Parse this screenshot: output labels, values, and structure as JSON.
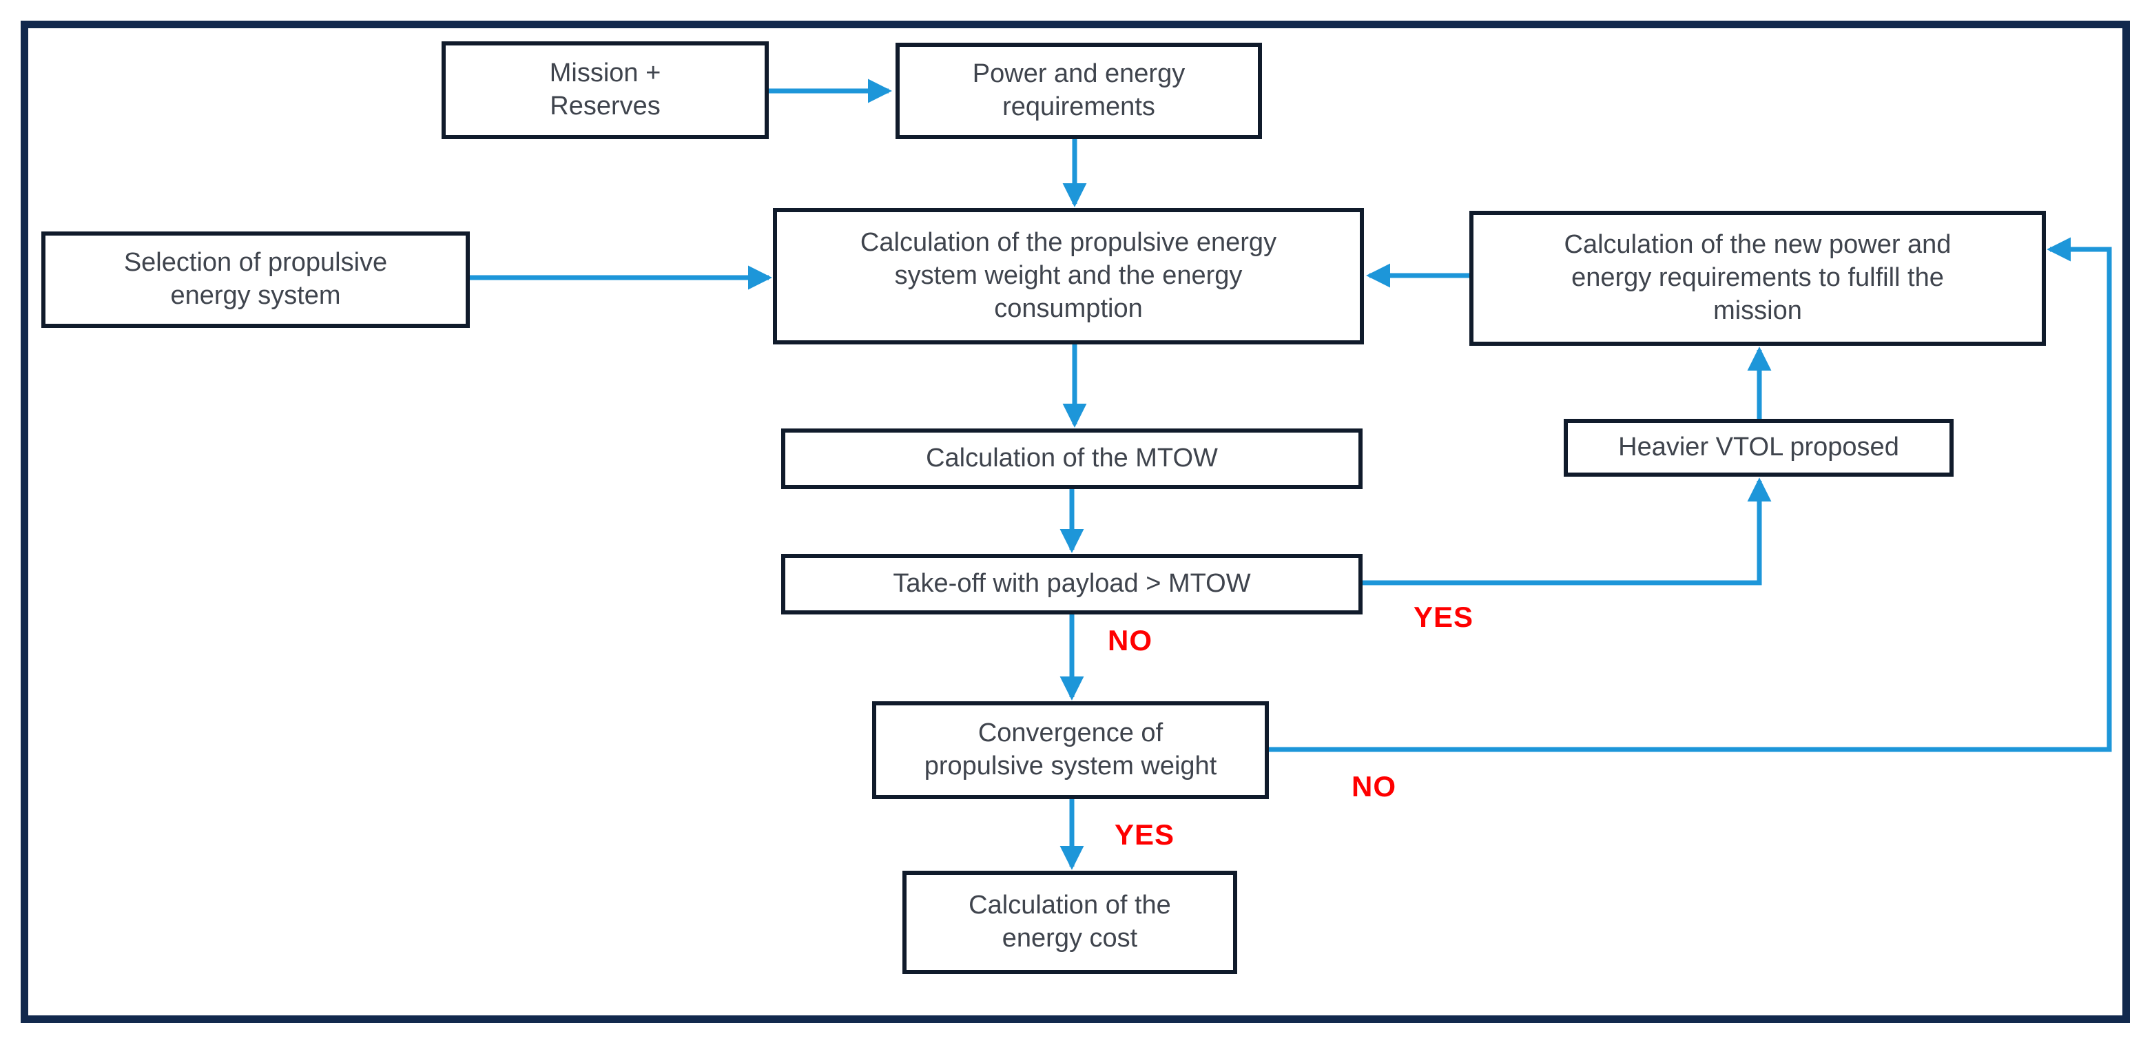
{
  "colors": {
    "frame": "#12294d",
    "box_border": "#101b2b",
    "box_fill": "#ffffff",
    "text": "#3f444d",
    "arrow": "#1d96d9",
    "decision": "#fe0000",
    "bg": "#ffffff"
  },
  "nodes": {
    "mission_reserves": {
      "label": "Mission +\nReserves"
    },
    "power_energy": {
      "label": "Power and energy\nrequirements"
    },
    "selection_system": {
      "label": "Selection of propulsive\nenergy system"
    },
    "calc_propulsive": {
      "label": "Calculation of the propulsive energy\nsystem weight and the energy\nconsumption"
    },
    "calc_new_power": {
      "label": "Calculation of the new power and\nenergy requirements to fulfill the\nmission"
    },
    "calc_mtow": {
      "label": "Calculation of the MTOW"
    },
    "heavier_vtol": {
      "label": "Heavier VTOL proposed"
    },
    "takeoff_payload": {
      "label": "Take-off with payload > MTOW"
    },
    "convergence": {
      "label": "Convergence of\npropulsive system weight"
    },
    "energy_cost": {
      "label": "Calculation of the\nenergy cost"
    }
  },
  "edge_labels": {
    "takeoff_yes": "YES",
    "takeoff_no": "NO",
    "convergence_no": "NO",
    "convergence_yes": "YES"
  },
  "edges": [
    {
      "from": "mission_reserves",
      "to": "power_energy",
      "label": ""
    },
    {
      "from": "power_energy",
      "to": "calc_propulsive",
      "label": ""
    },
    {
      "from": "selection_system",
      "to": "calc_propulsive",
      "label": ""
    },
    {
      "from": "calc_new_power",
      "to": "calc_propulsive",
      "label": ""
    },
    {
      "from": "calc_propulsive",
      "to": "calc_mtow",
      "label": ""
    },
    {
      "from": "calc_mtow",
      "to": "takeoff_payload",
      "label": ""
    },
    {
      "from": "takeoff_payload",
      "to": "heavier_vtol",
      "label": "YES"
    },
    {
      "from": "heavier_vtol",
      "to": "calc_new_power",
      "label": ""
    },
    {
      "from": "takeoff_payload",
      "to": "convergence",
      "label": "NO"
    },
    {
      "from": "convergence",
      "to": "calc_new_power",
      "label": "NO"
    },
    {
      "from": "convergence",
      "to": "energy_cost",
      "label": "YES"
    }
  ]
}
